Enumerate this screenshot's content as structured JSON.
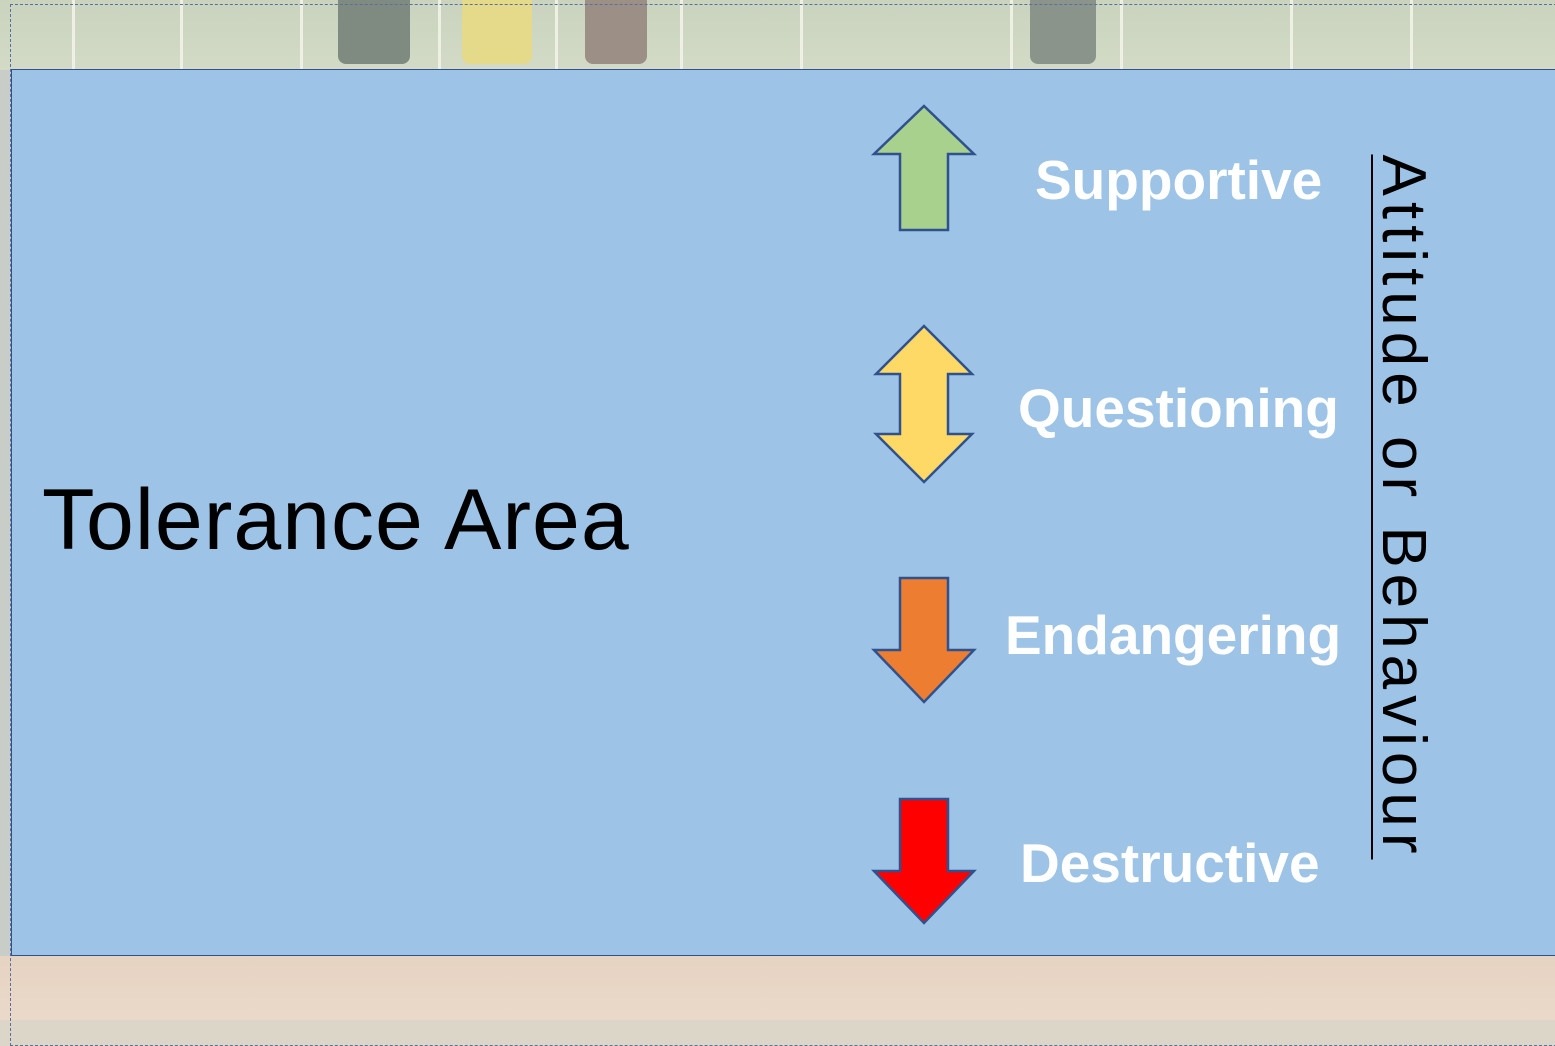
{
  "title": "Tolerance Area",
  "side_label": "Attitude or Behaviour",
  "levels": [
    {
      "label": "Supportive",
      "arrow": "up-arrow",
      "color": "#a9d18e"
    },
    {
      "label": "Questioning",
      "arrow": "up-down-arrow",
      "color": "#ffd966"
    },
    {
      "label": "Endangering",
      "arrow": "down-arrow",
      "color": "#ed7d31"
    },
    {
      "label": "Destructive",
      "arrow": "down-arrow",
      "color": "#ff0000"
    }
  ],
  "colors": {
    "panel": "#9dc3e6",
    "outline": "#2f528f"
  }
}
